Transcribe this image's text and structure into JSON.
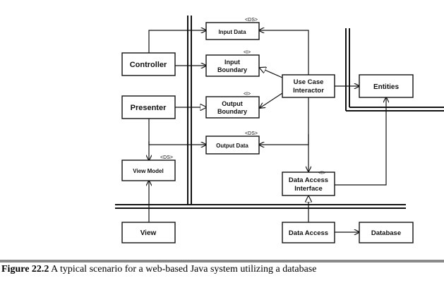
{
  "boxes": {
    "controller": {
      "lines": [
        "Controller"
      ],
      "tag": ""
    },
    "presenter": {
      "lines": [
        "Presenter"
      ],
      "tag": ""
    },
    "view_model": {
      "lines": [
        "View Model"
      ],
      "tag": "<DS>"
    },
    "view": {
      "lines": [
        "View"
      ],
      "tag": ""
    },
    "input_data": {
      "lines": [
        "Input Data"
      ],
      "tag": "<DS>"
    },
    "input_boundary": {
      "lines": [
        "Input",
        "Boundary"
      ],
      "tag": "<I>"
    },
    "output_boundary": {
      "lines": [
        "Output",
        "Boundary"
      ],
      "tag": "<I>"
    },
    "output_data": {
      "lines": [
        "Output Data"
      ],
      "tag": "<DS>"
    },
    "use_case_interactor": {
      "lines": [
        "Use Case",
        "Interactor"
      ],
      "tag": ""
    },
    "entities": {
      "lines": [
        "Entities"
      ],
      "tag": ""
    },
    "data_access_interface": {
      "lines": [
        "Data Access",
        "Interface"
      ],
      "tag": "<I>"
    },
    "data_access": {
      "lines": [
        "Data Access"
      ],
      "tag": ""
    },
    "database": {
      "lines": [
        "Database"
      ],
      "tag": ""
    }
  },
  "caption": {
    "figure": "Figure 22.2",
    "text": " A typical scenario for a web-based Java system utilizing a database"
  }
}
